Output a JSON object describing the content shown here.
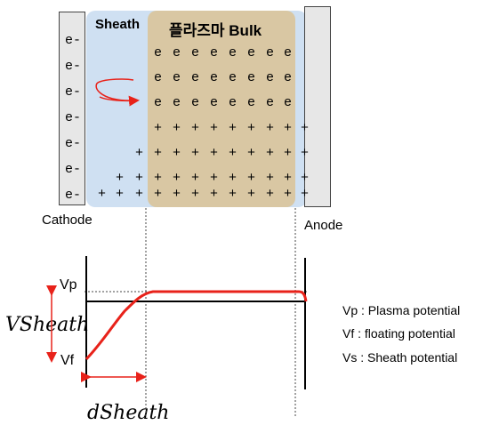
{
  "top_diagram": {
    "sheath_label": "Sheath",
    "bulk_label": "플라즈마 Bulk",
    "cathode_label": "Cathode",
    "anode_label": "Anode",
    "cathode_electrons": [
      "e-",
      "e-",
      "e-",
      "e-",
      "e-",
      "e-",
      "e-"
    ],
    "electron_symbol": "e",
    "ion_symbol": "+"
  },
  "bottom_plot": {
    "vp_label": "Vp",
    "vf_label": "Vf",
    "vsheath_label": "VSheath",
    "dsheath_label": "dSheath",
    "legend": [
      "Vp : Plasma potential",
      "Vf : floating potential",
      "Vs : Sheath potential"
    ]
  },
  "colors": {
    "sheath_bg": "#cfe0f2",
    "bulk_bg": "#d9c7a3",
    "potential_curve": "#e8221a",
    "arrow": "#e8221a"
  }
}
